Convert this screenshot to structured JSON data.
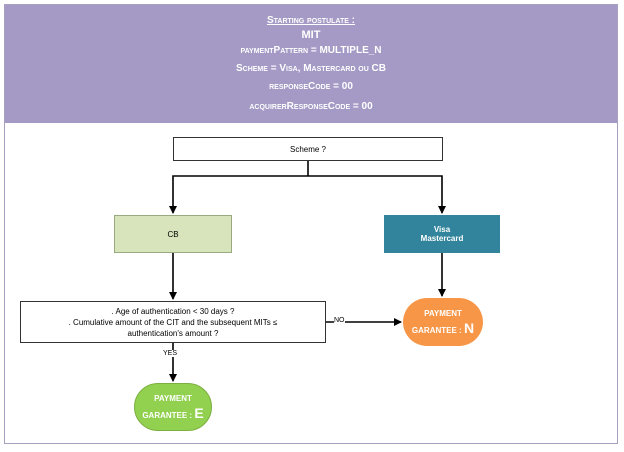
{
  "header": {
    "line1": "Starting postulate :",
    "line2": "MIT",
    "line3": "paymentPattern = MULTIPLE_N",
    "line4": "Scheme = Visa, Mastercard ou CB",
    "line5": "responseCode = 00",
    "line6": "acquirerResponseCode = 00"
  },
  "nodes": {
    "scheme": "Scheme ?",
    "cb": "CB",
    "visa_line1": "Visa",
    "visa_line2": "Mastercard",
    "cond_line1": ". Age of authentication < 30 days ?",
    "cond_line2": ". Cumulative amount of the CIT and the subsequent MITs  ≤",
    "cond_line3": "authentication's amount ?",
    "pay_n_line1": "PAYMENT",
    "pay_n_line2": "GARANTEE :",
    "pay_n_letter": "N",
    "pay_e_line1": "PAYMENT",
    "pay_e_line2": "GARANTEE :",
    "pay_e_letter": "E"
  },
  "edges": {
    "no_label": "NO",
    "yes_label": "YES"
  },
  "colors": {
    "header_bg": "#a49ac5",
    "cb_fill": "#d8e4bc",
    "visa_fill": "#31849b",
    "pay_n_fill": "#f79646",
    "pay_e_fill": "#92d050"
  }
}
